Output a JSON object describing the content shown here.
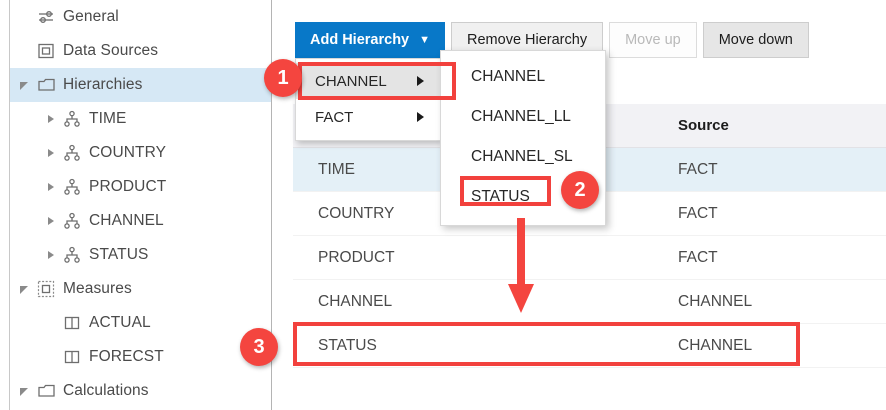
{
  "sidebar": {
    "items": [
      {
        "label": "General",
        "icon": "sliders-icon",
        "indent": 0,
        "twisty": "none",
        "selected": false
      },
      {
        "label": "Data Sources",
        "icon": "data-source-icon",
        "indent": 0,
        "twisty": "none",
        "selected": false
      },
      {
        "label": "Hierarchies",
        "icon": "folder-icon",
        "indent": 0,
        "twisty": "open",
        "selected": true
      },
      {
        "label": "TIME",
        "icon": "hierarchy-icon",
        "indent": 1,
        "twisty": "closed",
        "selected": false
      },
      {
        "label": "COUNTRY",
        "icon": "hierarchy-icon",
        "indent": 1,
        "twisty": "closed",
        "selected": false
      },
      {
        "label": "PRODUCT",
        "icon": "hierarchy-icon",
        "indent": 1,
        "twisty": "closed",
        "selected": false
      },
      {
        "label": "CHANNEL",
        "icon": "hierarchy-icon",
        "indent": 1,
        "twisty": "closed",
        "selected": false
      },
      {
        "label": "STATUS",
        "icon": "hierarchy-icon",
        "indent": 1,
        "twisty": "closed",
        "selected": false
      },
      {
        "label": "Measures",
        "icon": "measures-icon",
        "indent": 0,
        "twisty": "open",
        "selected": false
      },
      {
        "label": "ACTUAL",
        "icon": "measure-item-icon",
        "indent": 1,
        "twisty": "none",
        "selected": false
      },
      {
        "label": "FORECST",
        "icon": "measure-item-icon",
        "indent": 1,
        "twisty": "none",
        "selected": false
      },
      {
        "label": "Calculations",
        "icon": "folder-icon",
        "indent": 0,
        "twisty": "open",
        "selected": false
      }
    ]
  },
  "toolbar": {
    "add_hierarchy_label": "Add Hierarchy",
    "add_hierarchy_caret": "▼",
    "remove_hierarchy_label": "Remove Hierarchy",
    "move_up_label": "Move up",
    "move_down_label": "Move down"
  },
  "menu_primary": {
    "items": [
      {
        "label": "CHANNEL",
        "has_submenu": true,
        "active": true
      },
      {
        "label": "FACT",
        "has_submenu": true,
        "active": false
      }
    ]
  },
  "menu_submenu": {
    "items": [
      {
        "label": "CHANNEL"
      },
      {
        "label": "CHANNEL_LL"
      },
      {
        "label": "CHANNEL_SL"
      },
      {
        "label": "STATUS"
      }
    ]
  },
  "table": {
    "columns": [
      "",
      "Source"
    ],
    "rows": [
      {
        "name": "TIME",
        "source": "FACT",
        "selected": true,
        "highlighted": false
      },
      {
        "name": "COUNTRY",
        "source": "FACT",
        "selected": false,
        "highlighted": false
      },
      {
        "name": "PRODUCT",
        "source": "FACT",
        "selected": false,
        "highlighted": false
      },
      {
        "name": "CHANNEL",
        "source": "CHANNEL",
        "selected": false,
        "highlighted": false
      },
      {
        "name": "STATUS",
        "source": "CHANNEL",
        "selected": false,
        "highlighted": true
      }
    ]
  },
  "annotations": {
    "badges": [
      {
        "number": "1"
      },
      {
        "number": "2"
      },
      {
        "number": "3"
      }
    ],
    "arrow": "down-arrow",
    "accent_color": "#f4453f"
  },
  "colors": {
    "primary_button": "#0878c8",
    "row_selected": "#e4f0f7",
    "tree_selected": "#d6e8f5",
    "header_background": "#f2f2f5",
    "annotation_red": "#f4453f"
  }
}
